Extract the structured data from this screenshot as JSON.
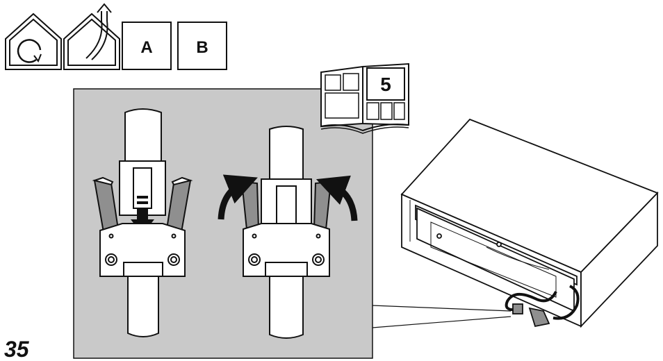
{
  "header": {
    "mode_icons": [
      "recirculation-mode-icon",
      "ducted-exhaust-mode-icon"
    ],
    "option_a": "A",
    "option_b": "B"
  },
  "manual_ref": {
    "page": "5"
  },
  "step_number": "35",
  "colors": {
    "panel": "#c9c9c9",
    "clip_dark": "#8f8f8f",
    "line": "#111111"
  },
  "illustration": {
    "left_view": "connector-push-down",
    "right_view": "clips-closed",
    "product": "cooker-hood-unit"
  }
}
